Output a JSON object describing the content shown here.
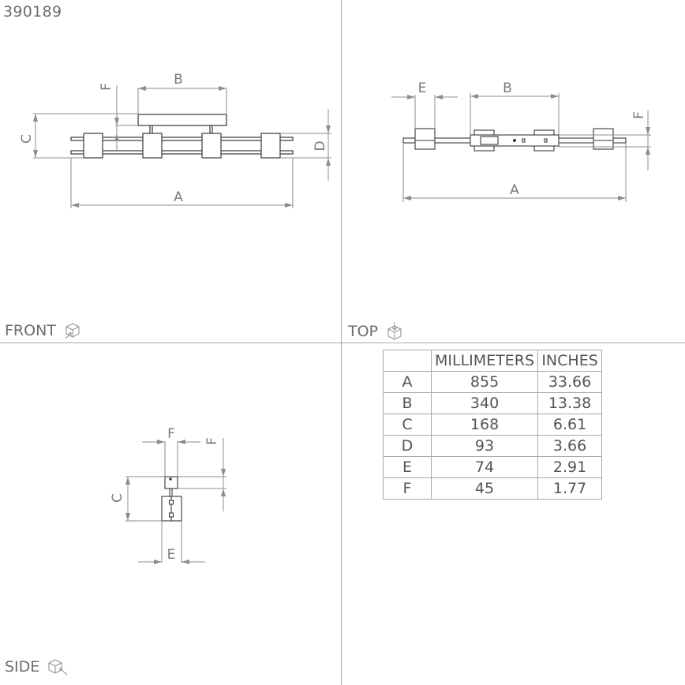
{
  "product_id": "390189",
  "views": {
    "front": {
      "label": "FRONT",
      "icon": "iso-cube-front-icon",
      "dims": [
        "A",
        "B",
        "C",
        "D",
        "F"
      ]
    },
    "top": {
      "label": "TOP",
      "icon": "iso-cube-top-icon",
      "dims": [
        "A",
        "B",
        "E",
        "F"
      ]
    },
    "side": {
      "label": "SIDE",
      "icon": "iso-cube-side-icon",
      "dims": [
        "C",
        "E",
        "F",
        "F"
      ]
    }
  },
  "dim_labels": {
    "A": "A",
    "B": "B",
    "C": "C",
    "D": "D",
    "E": "E",
    "F": "F"
  },
  "table": {
    "headers": [
      "",
      "MILLIMETERS",
      "INCHES"
    ],
    "rows": [
      {
        "key": "A",
        "mm": "855",
        "in": "33.66"
      },
      {
        "key": "B",
        "mm": "340",
        "in": "13.38"
      },
      {
        "key": "C",
        "mm": "168",
        "in": "6.61"
      },
      {
        "key": "D",
        "mm": "93",
        "in": "3.66"
      },
      {
        "key": "E",
        "mm": "74",
        "in": "2.91"
      },
      {
        "key": "F",
        "mm": "45",
        "in": "1.77"
      }
    ]
  },
  "colors": {
    "line": "#3a3a3a",
    "dimension": "#8c8c8c",
    "divider": "#a8a8a8",
    "text": "#6d6d6d"
  }
}
